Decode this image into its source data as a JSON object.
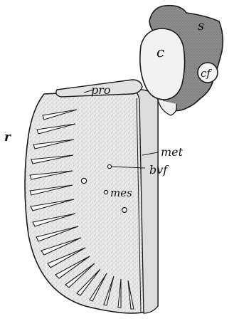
{
  "figure": {
    "labels": {
      "s": "s",
      "c": "c",
      "cf": "cf",
      "pro": "pro",
      "r": "r",
      "met": "met",
      "bvf": "bvf",
      "mes": "mes"
    },
    "colors": {
      "ink": "#1a1a1a",
      "fin_fill": "#e6e6e6",
      "girdle_fill": "#9a9a9a",
      "condyle_fill": "#f2f2f2",
      "metaptery_fill": "#dcdcdc"
    }
  }
}
